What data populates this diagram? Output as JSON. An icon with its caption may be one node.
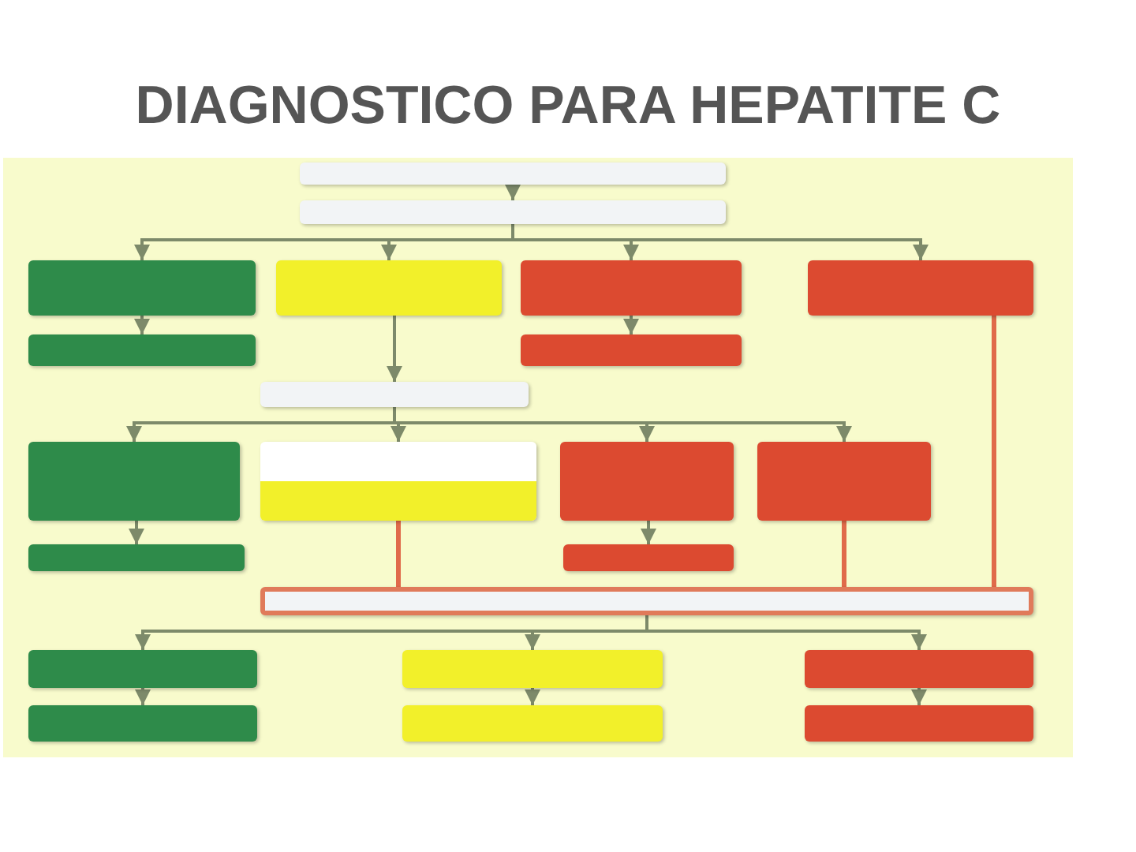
{
  "diagram": {
    "title": "DIAGNOSTICO PARA HEPATITE C",
    "nodes": [
      {
        "text": [],
        "shape": "box"
      },
      {
        "text": [],
        "shape": "box"
      },
      {
        "text": [],
        "shape": "box"
      },
      {
        "text": [],
        "shape": "box"
      },
      {
        "text": [],
        "shape": "box"
      },
      {
        "text": [],
        "shape": "box"
      },
      {
        "text": [],
        "shape": "box"
      },
      {
        "text": [],
        "shape": "box"
      },
      {
        "text": [],
        "shape": "box"
      },
      {
        "text": [],
        "shape": "box"
      },
      {
        "text": [],
        "shape": "box"
      },
      {
        "text": [],
        "shape": "box"
      },
      {
        "text": [],
        "shape": "box"
      },
      {
        "text": [],
        "shape": "box"
      },
      {
        "text": [],
        "shape": "box"
      },
      {
        "text": [],
        "shape": "box"
      },
      {
        "text": [],
        "shape": "box"
      },
      {
        "text": [],
        "shape": "box"
      },
      {
        "text": [],
        "shape": "box"
      },
      {
        "text": [],
        "shape": "box"
      },
      {
        "text": [],
        "shape": "box"
      },
      {
        "text": [],
        "shape": "box"
      }
    ],
    "edges": [
      {
        "from": 0,
        "to": 1,
        "arrow": "to"
      },
      {
        "from": 1,
        "to": 2,
        "arrow": "to"
      },
      {
        "from": 1,
        "to": 3,
        "arrow": "to"
      },
      {
        "from": 1,
        "to": 4,
        "arrow": "to"
      },
      {
        "from": 1,
        "to": 5,
        "arrow": "to"
      },
      {
        "from": 2,
        "to": 6,
        "arrow": "to"
      },
      {
        "from": 4,
        "to": 7,
        "arrow": "to"
      },
      {
        "from": 3,
        "to": 8,
        "arrow": "to"
      },
      {
        "from": 8,
        "to": 9,
        "arrow": "to"
      },
      {
        "from": 8,
        "to": 10,
        "arrow": "to"
      },
      {
        "from": 8,
        "to": 11,
        "arrow": "to"
      },
      {
        "from": 8,
        "to": 12,
        "arrow": "to"
      },
      {
        "from": 9,
        "to": 13,
        "arrow": "to"
      },
      {
        "from": 11,
        "to": 14,
        "arrow": "to"
      },
      {
        "from": 10,
        "to": 15,
        "arrow": "none",
        "color": "#e06a4a"
      },
      {
        "from": 12,
        "to": 15,
        "arrow": "none",
        "color": "#e06a4a"
      },
      {
        "from": 5,
        "to": 15,
        "arrow": "none",
        "color": "#e06a4a"
      },
      {
        "from": 15,
        "to": 16,
        "arrow": "to"
      },
      {
        "from": 15,
        "to": 17,
        "arrow": "to"
      },
      {
        "from": 15,
        "to": 18,
        "arrow": "to"
      },
      {
        "from": 16,
        "to": 19,
        "arrow": "to"
      },
      {
        "from": 17,
        "to": 20,
        "arrow": "to"
      },
      {
        "from": 18,
        "to": 21,
        "arrow": "to"
      }
    ]
  }
}
